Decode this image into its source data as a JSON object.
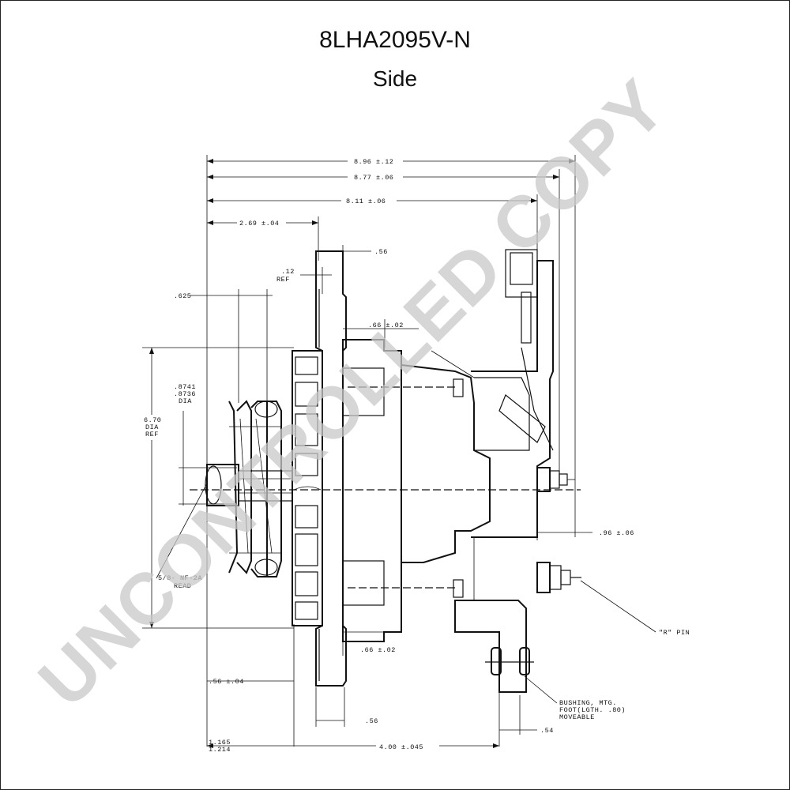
{
  "title": "8LHA2095V-N",
  "view": "Side",
  "dimensions": {
    "overall_a": "8.96 ±.12",
    "overall_b": "8.77 ±.06",
    "overall_c": "8.11 ±.06",
    "pulley_offset": "2.69 ±.04",
    "flange_gap": ".56",
    "flange_ref_value": ".12",
    "flange_ref_label": "REF",
    "pulley_width": ".625",
    "ear_offset_top": ".66 ±.02",
    "shaft_dia_1": ".8741",
    "shaft_dia_2": ".8736",
    "shaft_dia_label": "DIA",
    "pulley_dia_value": "6.70",
    "pulley_dia_label_1": "DIA",
    "pulley_dia_label_2": "REF",
    "thread_1": "5/8-  NF-2A",
    "thread_2": "READ",
    "terminal_offset": ".96 ±.06",
    "r_pin": "\"R\" PIN",
    "ear_offset_bottom": ".66 ±.02",
    "fan_offset": ".56 ±.04",
    "bushing_1": "BUSHING, MTG.",
    "bushing_2": "FOOT(LGTH. .80)",
    "bushing_3": "MOVEABLE",
    "flange_bottom": ".56",
    "foot_offset": ".54",
    "hub_length_1": "1.165",
    "hub_length_2": "1.214",
    "body_length": "4.00 ±.045"
  },
  "watermark": "UNCONTROLLED COPY"
}
